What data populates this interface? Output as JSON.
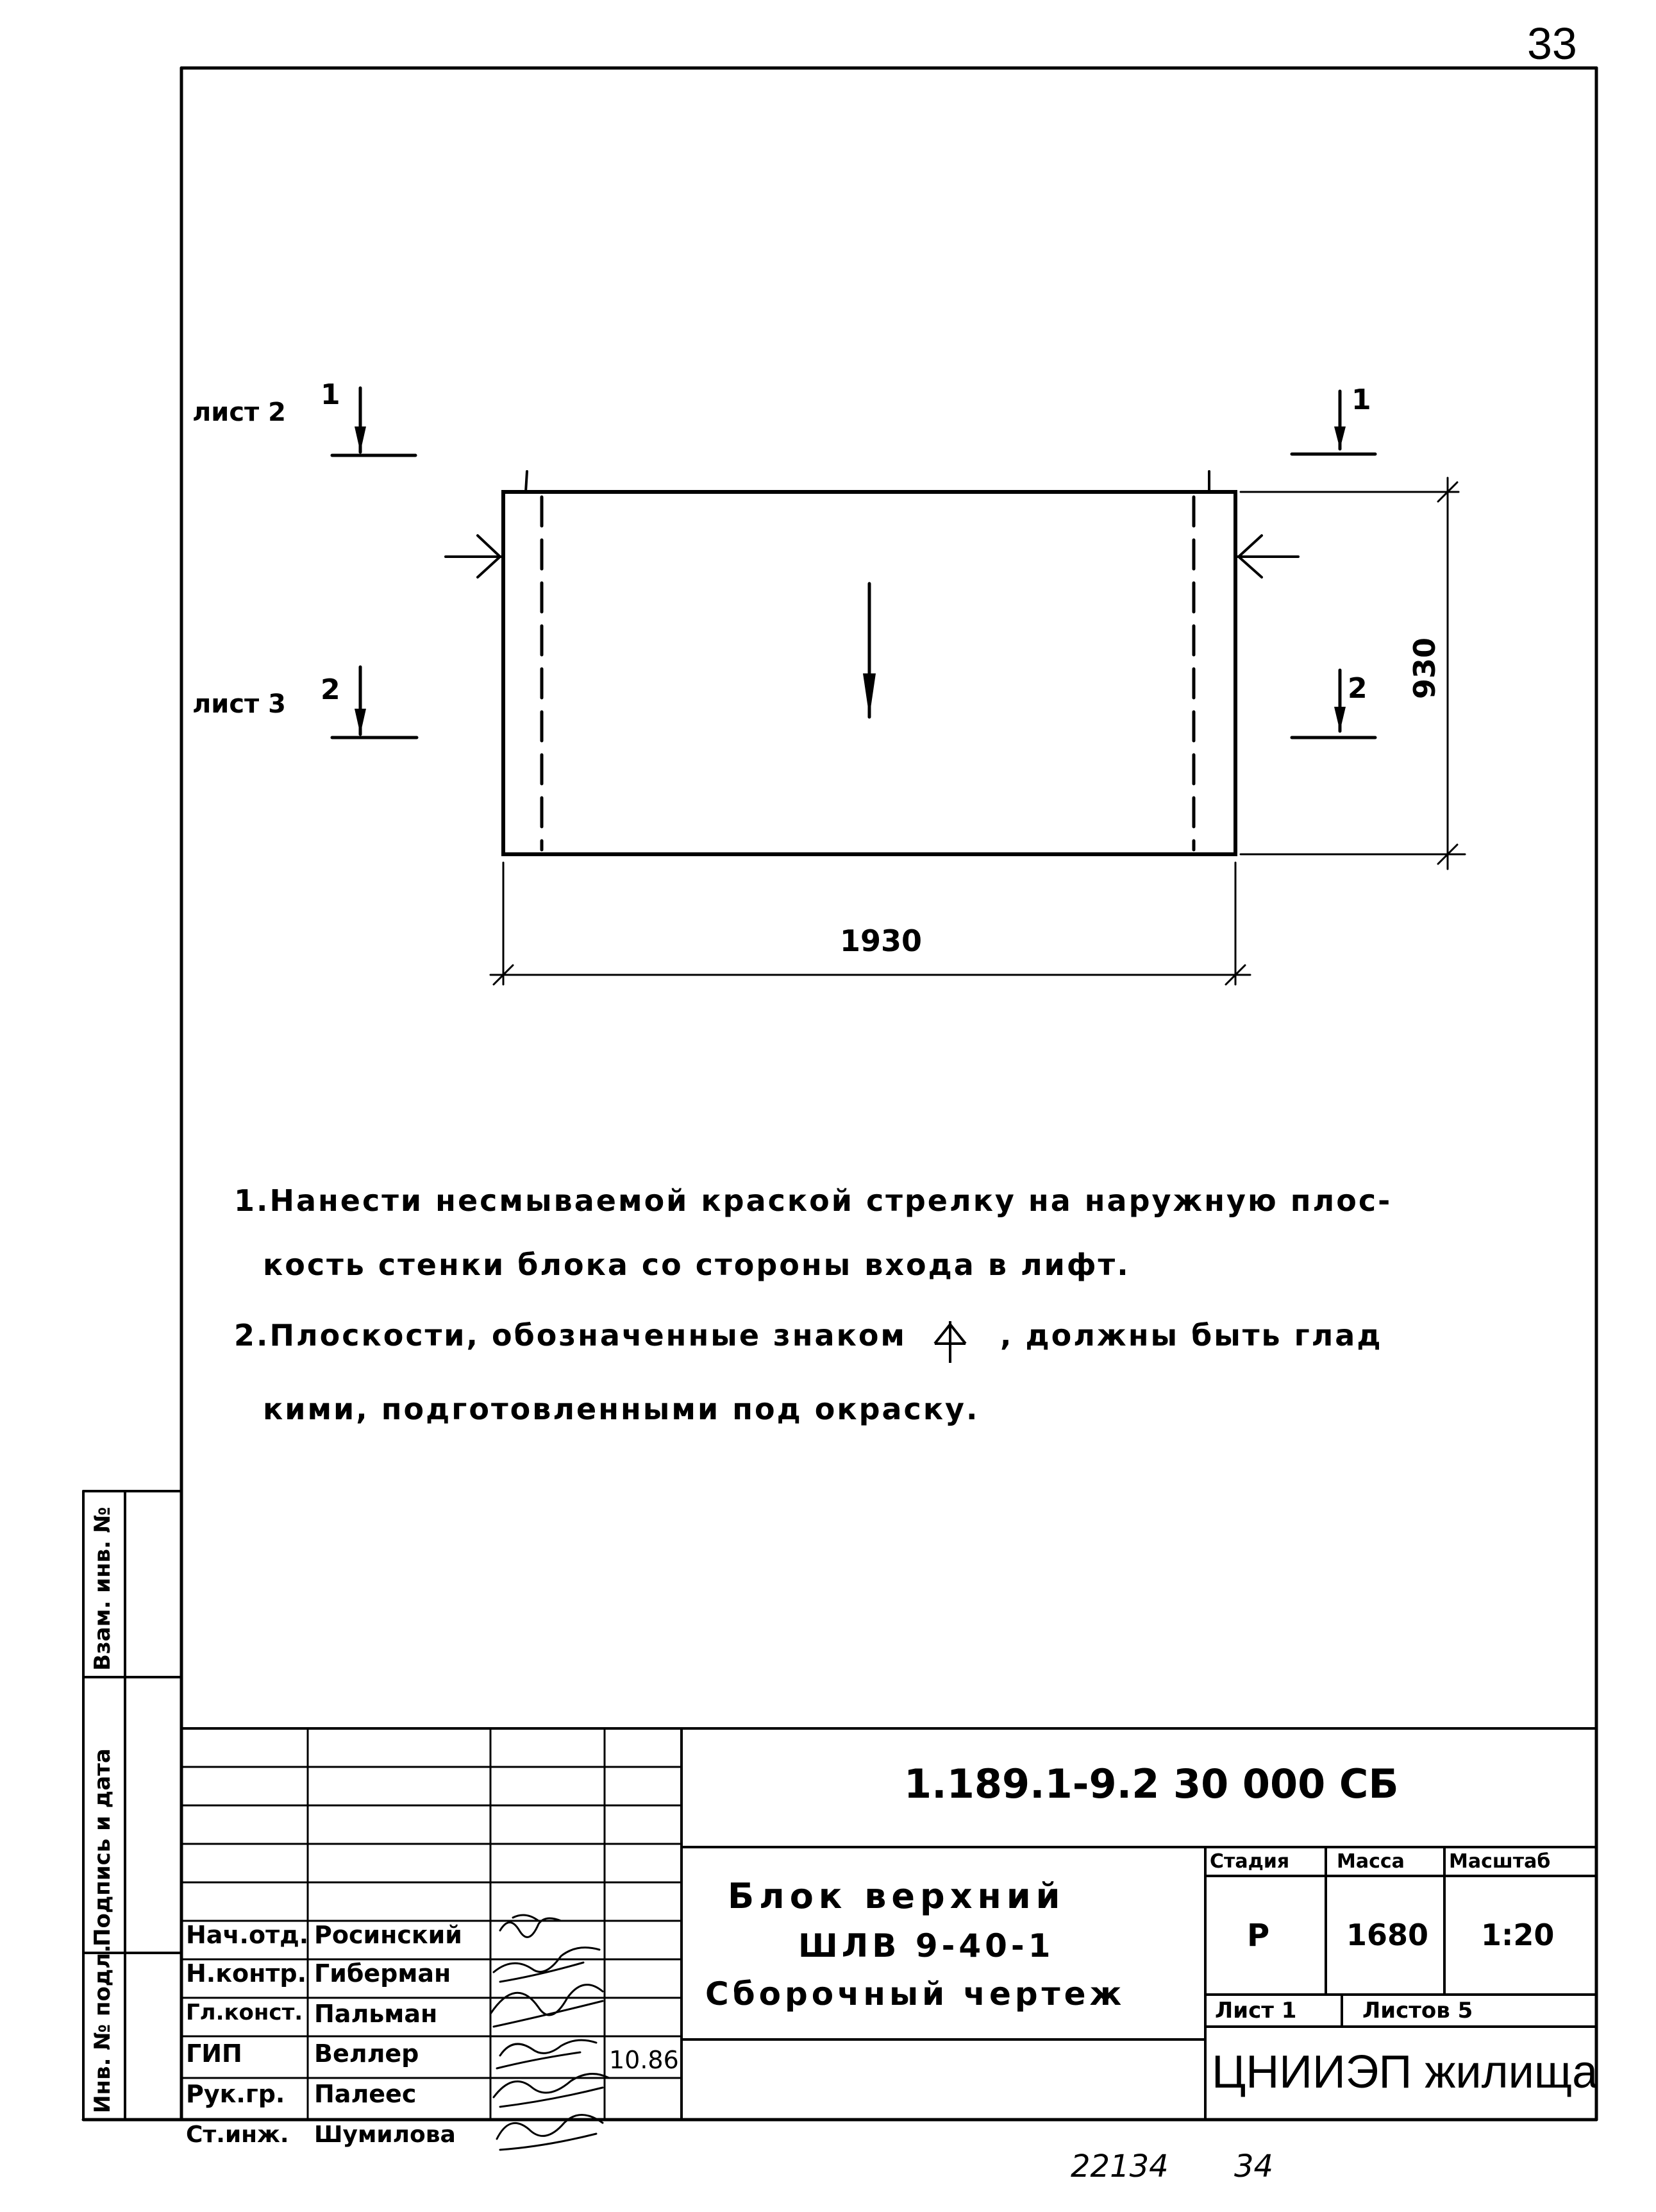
{
  "page_number": "33",
  "drawing": {
    "section_1_sheet": "лист 2",
    "section_1_mark_left": "1",
    "section_1_mark_right": "1",
    "section_2_sheet": "лист 3",
    "section_2_mark_left": "2",
    "section_2_mark_right": "2",
    "dim_width": "1930",
    "dim_height": "930"
  },
  "notes": {
    "line1": "1.Нанести несмываемой краской стрелку на наружную плос-",
    "line2": "кость стенки блока со стороны входа в лифт.",
    "line3a": "2.Плоскости, обозначенные знаком",
    "line3b": ", должны быть глад",
    "line4": "кими, подготовленными под окраску."
  },
  "side_stamp": {
    "inv_orig": "Инв. № подл.",
    "signature_date": "Подпись и дата",
    "inv_replace": "Взам. инв. №"
  },
  "title_block": {
    "document_code": "1.189.1-9.2 30 000 СБ",
    "title_line1": "Блок верхний",
    "title_line2": "ШЛВ 9-40-1",
    "title_line3": "Сборочный чертеж",
    "col_stage": "Стадия",
    "col_mass": "Масса",
    "col_scale": "Масштаб",
    "stage": "Р",
    "mass": "1680",
    "scale": "1:20",
    "sheet": "Лист 1",
    "sheets_total": "Листов 5",
    "organization": "ЦНИИЭП жилища",
    "date": "10.86",
    "staff": [
      {
        "role": "Нач.отд.",
        "name": "Росинский"
      },
      {
        "role": "Н.контр.",
        "name": "Гиберман"
      },
      {
        "role": "Гл.конст.",
        "name": "Пальман"
      },
      {
        "role": "ГИП",
        "name": "Веллер"
      },
      {
        "role": "Рук.гр.",
        "name": "Палеес"
      },
      {
        "role": "Ст.инж.",
        "name": "Шумилова"
      }
    ]
  },
  "footer": {
    "number_left": "22134",
    "number_right": "34"
  }
}
